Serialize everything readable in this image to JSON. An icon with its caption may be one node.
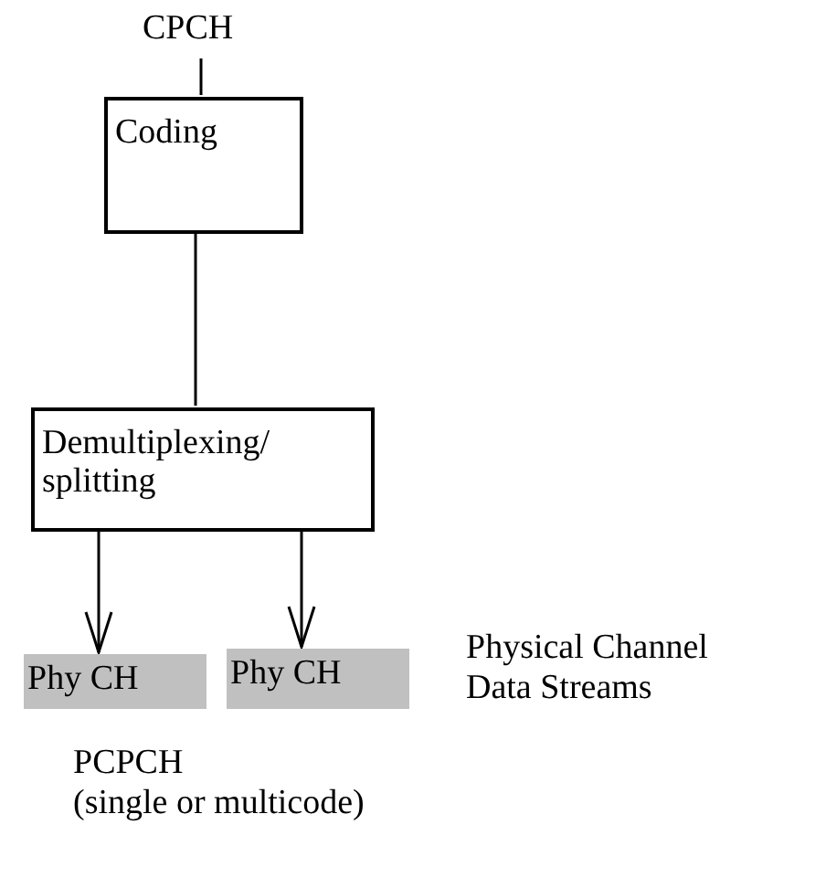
{
  "diagram": {
    "nodes": [
      {
        "text": [
          "CPCH"
        ]
      },
      {
        "text": [
          "Coding"
        ]
      },
      {
        "text": [
          "Demultiplexing/ splitting"
        ]
      },
      {
        "text": [
          "Phy CH"
        ]
      },
      {
        "text": [
          "Phy CH"
        ]
      }
    ],
    "edges": [
      {
        "from": 0,
        "to": 1,
        "arrow": "none"
      },
      {
        "from": 1,
        "to": 2,
        "arrow": "none"
      },
      {
        "from": 2,
        "to": 3,
        "arrow": "to"
      },
      {
        "from": 2,
        "to": 4,
        "arrow": "to"
      }
    ],
    "labels": [
      "Physical Channel Data Streams",
      "PCPCH",
      "(single or multicode)"
    ]
  }
}
